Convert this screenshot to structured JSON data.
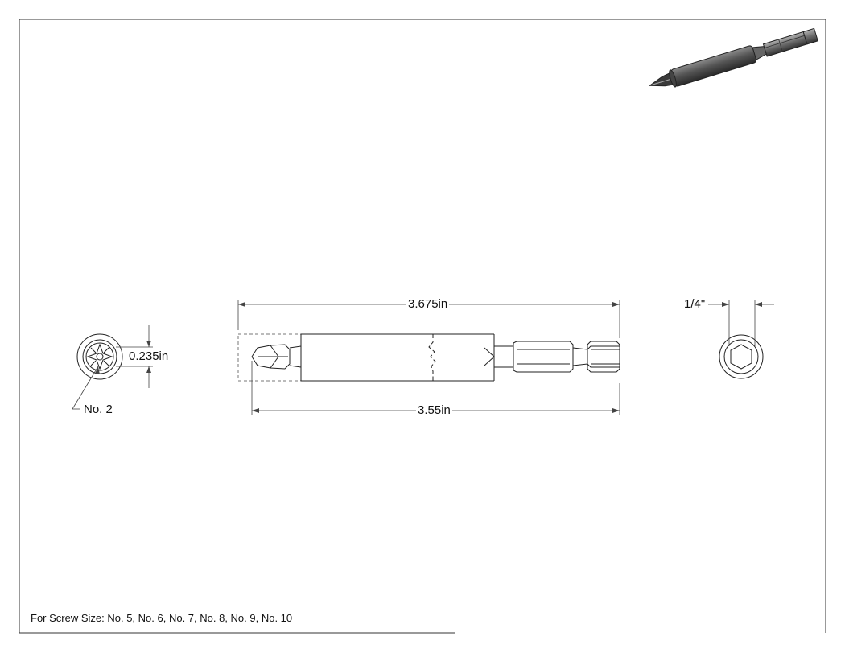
{
  "drawing": {
    "overall_length_label": "3.675in",
    "shank_length_label": "3.55in",
    "tip_diameter_label": "0.235in",
    "hex_size_label": "1/4\"",
    "point_size_label": "No. 2",
    "screw_size_note": "For Screw Size: No. 5, No. 6, No. 7, No. 8, No. 9, No. 10"
  },
  "colors": {
    "line": "#222222",
    "dim_line": "#444444",
    "render_body": "#5a5a5a",
    "render_dark": "#2e2e2e"
  }
}
